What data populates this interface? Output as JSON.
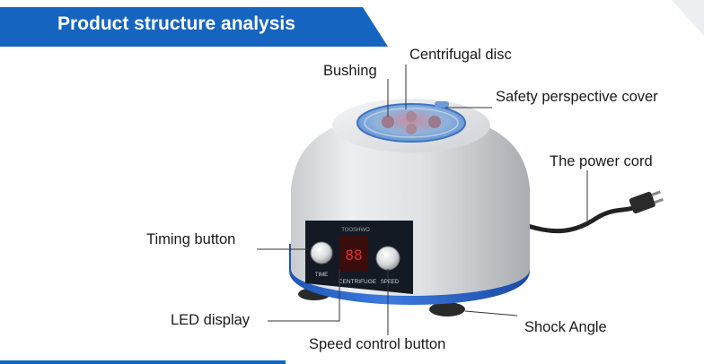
{
  "banner": {
    "title": "Product structure analysis",
    "color": "#1565c0"
  },
  "device": {
    "panel_top_text": "TOOSHWO",
    "panel_bottom_text": "CENTRIFUGE",
    "knob_left_text": "TIME",
    "knob_right_text": "SPEED",
    "display_color": "#e0302a",
    "base_color": "#2b66c9"
  },
  "labels": {
    "centrifugal_disc": "Centrifugal disc",
    "bushing": "Bushing",
    "safety_cover": "Safety perspective cover",
    "power_cord": "The power cord",
    "timing_button": "Timing button",
    "led_display": "LED display",
    "shock_angle": "Shock Angle",
    "speed_control": "Speed control button"
  }
}
